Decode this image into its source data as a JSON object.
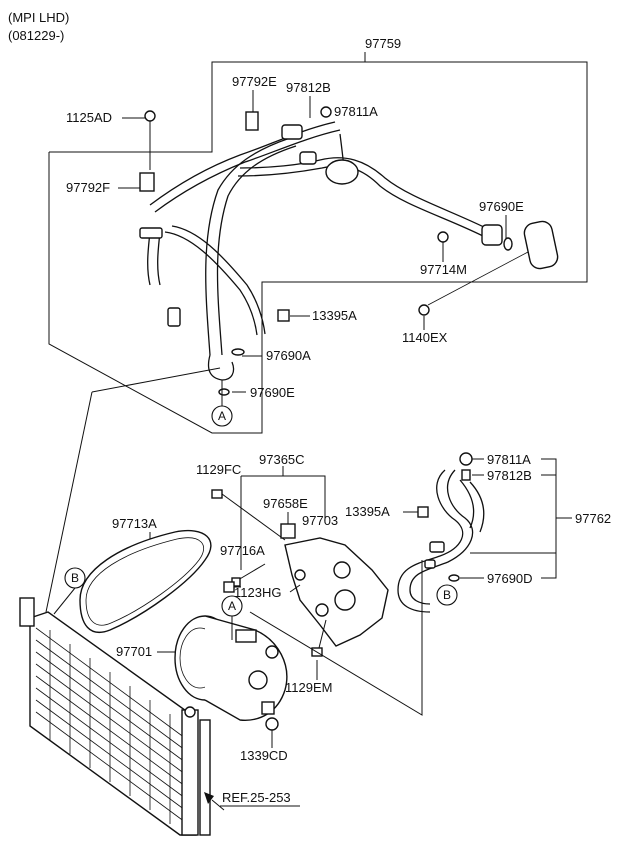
{
  "header": {
    "line1": "(MPI LHD)",
    "line2": "(081229-)"
  },
  "parts": {
    "p97759": "97759",
    "p97792E": "97792E",
    "p97812B_top": "97812B",
    "p97811A_top": "97811A",
    "p1125AD": "1125AD",
    "p97792F": "97792F",
    "p97690E_top": "97690E",
    "p97714M": "97714M",
    "p1140EX": "1140EX",
    "p13395A_top": "13395A",
    "p97690A": "97690A",
    "p97690E_mid": "97690E",
    "p1129FC": "1129FC",
    "p97365C": "97365C",
    "p97658E": "97658E",
    "p97703": "97703",
    "p13395A_mid": "13395A",
    "p97811A_right": "97811A",
    "p97812B_right": "97812B",
    "p97762": "97762",
    "p97713A": "97713A",
    "p97716A": "97716A",
    "p97690D": "97690D",
    "p1123HG": "1123HG",
    "p97701": "97701",
    "p1129EM": "1129EM",
    "p1339CD": "1339CD",
    "ref": "REF.25-253"
  },
  "tags": {
    "a_top": "A",
    "a_comp": "A",
    "b_left": "B",
    "b_right": "B"
  }
}
